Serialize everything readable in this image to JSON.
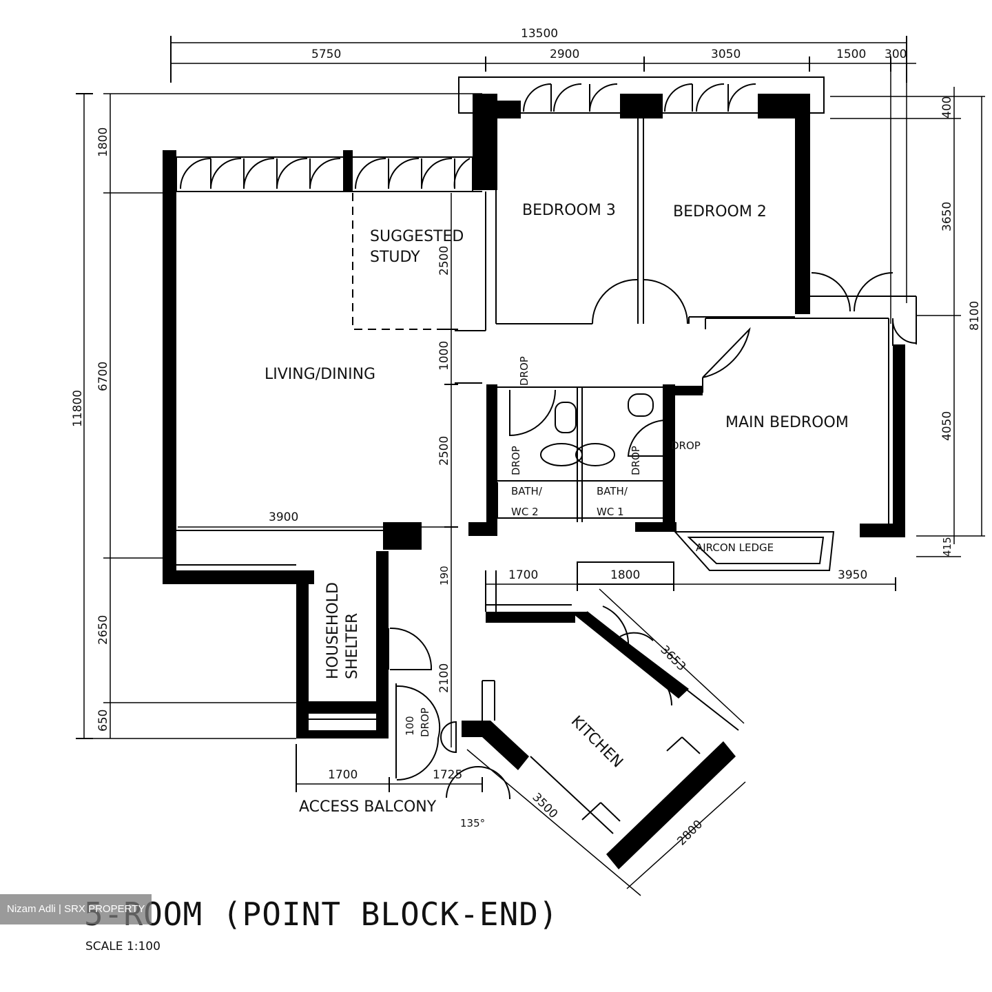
{
  "title": "5-ROOM (POINT BLOCK-END)",
  "scale": "SCALE   1:100",
  "watermark": "Nizam Adli | SRX PROPERTY",
  "rooms": {
    "bedroom3": "BEDROOM 3",
    "bedroom2": "BEDROOM 2",
    "study_line1": "SUGGESTED",
    "study_line2": "STUDY",
    "living": "LIVING/DINING",
    "main_bedroom": "MAIN BEDROOM",
    "bath2_line1": "BATH/",
    "bath2_line2": "WC 2",
    "bath1_line1": "BATH/",
    "bath1_line2": "WC 1",
    "shelter_line1": "HOUSEHOLD",
    "shelter_line2": "SHELTER",
    "kitchen": "KITCHEN",
    "access_balcony": "ACCESS BALCONY",
    "aircon_ledge": "AIRCON LEDGE"
  },
  "annotations": {
    "drop": "DROP",
    "drop_100": "100",
    "angle": "135°"
  },
  "dimensions": {
    "top_total": "13500",
    "top_1": "5750",
    "top_2": "2900",
    "top_3": "3050",
    "top_4": "1500",
    "top_5": "300",
    "left_total": "11800",
    "left_1": "1800",
    "left_2": "6700",
    "left_3": "2650",
    "left_4": "650",
    "right_1": "400",
    "right_2": "3650",
    "right_3": "4050",
    "right_total": "8100",
    "right_4": "415",
    "study_h": "2500",
    "corridor": "1000",
    "bath_h": "2500",
    "living_w": "3900",
    "gap_190": "190",
    "mid_1700": "1700",
    "mid_1800": "1800",
    "mid_3950": "3950",
    "door_2100": "2100",
    "kitchen_3653": "3653",
    "kitchen_3500": "3500",
    "kitchen_2800": "2800",
    "bottom_1700": "1700",
    "bottom_1725": "1725"
  }
}
